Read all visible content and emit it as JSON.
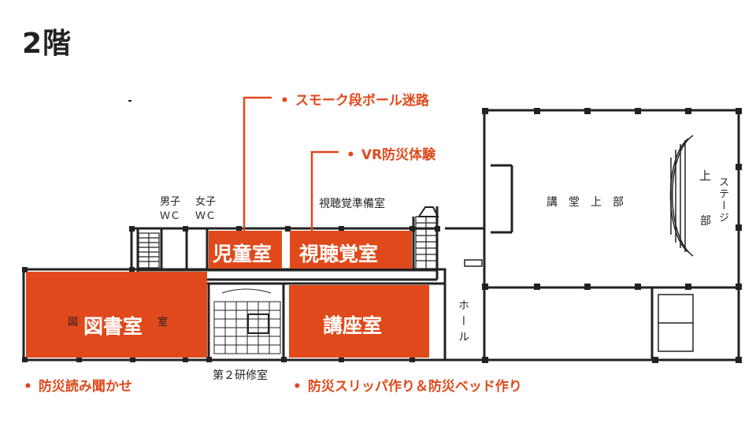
{
  "floor_title": "2階",
  "rooms": {
    "library_small": "図",
    "library": "図書室",
    "library_tail": "室",
    "childrens_room": "児童室",
    "av_room": "視聴覚室",
    "av_prep": "視聴覚準備室",
    "lecture_room": "講座室",
    "seminar_room_2": "第２研修室",
    "hall": "ホール",
    "auditorium_upper": "講　堂　上　部",
    "stage_upper_1": "上",
    "stage_upper_2": "ステージ",
    "stage_upper_3": "部",
    "wc_male_1": "男子",
    "wc_male_2": "ＷＣ",
    "wc_female_1": "女子",
    "wc_female_2": "ＷＣ"
  },
  "events": {
    "smoke_maze": "スモーク段ボール迷路",
    "vr_disaster": "VR防災体験",
    "reading": "防災読み聞かせ",
    "slippers_beds": "防災スリッパ作り＆防災ベッド作り",
    "bullet": "•"
  },
  "colors": {
    "highlight": "#e0491b",
    "line": "#222222"
  }
}
